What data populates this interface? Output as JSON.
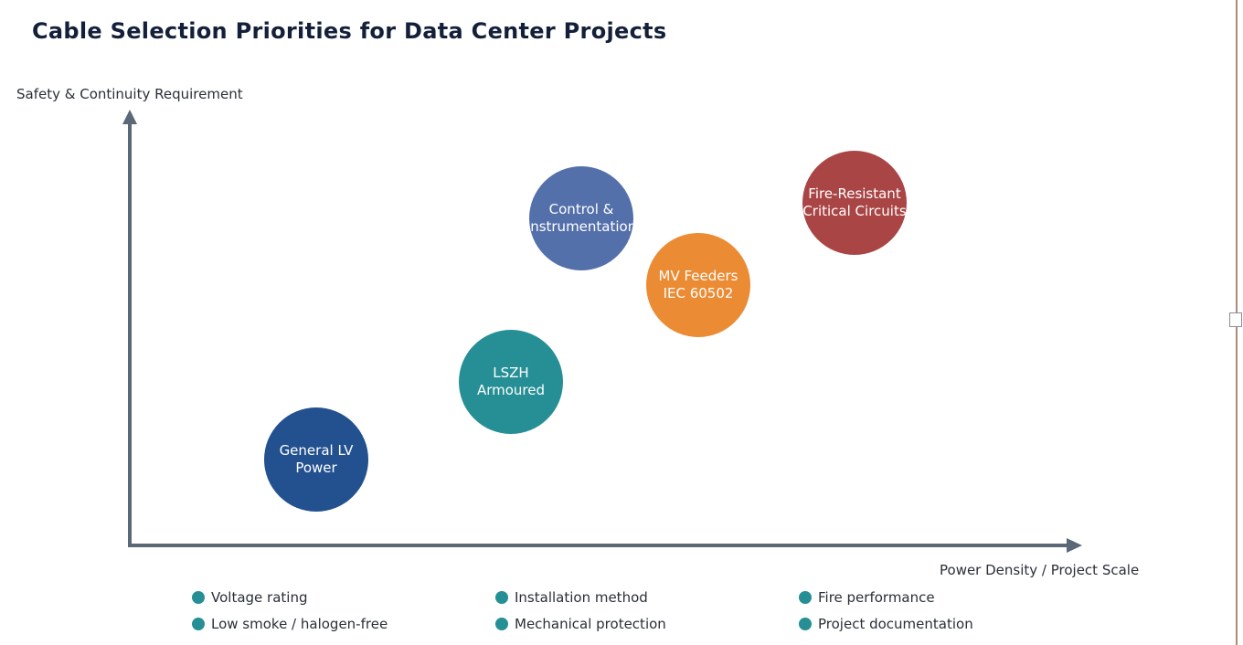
{
  "title": "Cable Selection Priorities for Data Center Projects",
  "axes": {
    "y_label": "Safety & Continuity Requirement",
    "x_label": "Power Density / Project Scale",
    "color": "#5b6878"
  },
  "bubbles": [
    {
      "id": "general-lv-power",
      "label": "General LV\nPower",
      "color": "#23518f"
    },
    {
      "id": "lszh-armoured",
      "label": "LSZH\nArmoured",
      "color": "#268f95"
    },
    {
      "id": "control-instrumentation",
      "label": "Control &\nInstrumentation",
      "color": "#5470ab"
    },
    {
      "id": "mv-feeders",
      "label": "MV Feeders\nIEC 60502",
      "color": "#eb8c35"
    },
    {
      "id": "fire-resistant",
      "label": "Fire-Resistant\nCritical Circuits",
      "color": "#a94545"
    }
  ],
  "legend": {
    "dot_color": "#268f95",
    "items": [
      "Voltage rating",
      "Installation method",
      "Fire performance",
      "Low smoke / halogen-free",
      "Mechanical protection",
      "Project documentation"
    ]
  }
}
